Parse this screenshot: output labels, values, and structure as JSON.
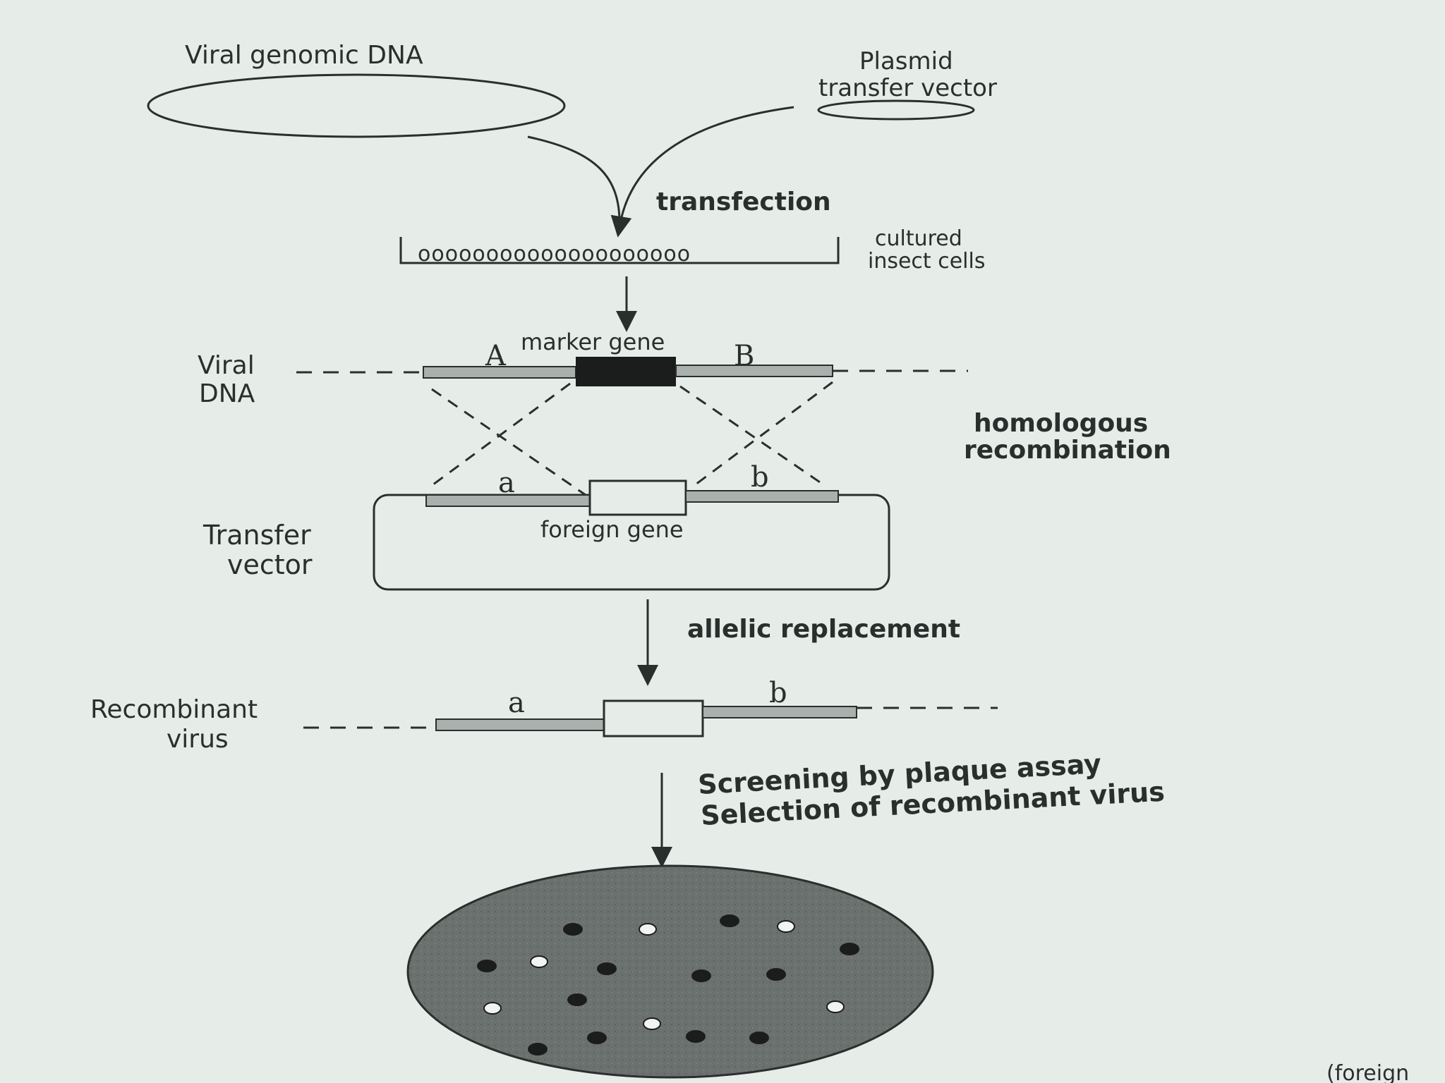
{
  "diagram": {
    "viral_genomic_dna": "Viral genomic DNA",
    "plasmid_line1": "Plasmid",
    "plasmid_line2": "transfer vector",
    "transfection": "transfection",
    "cultured_line1": "cultured",
    "cultured_line2": "insect cells",
    "cell_row": "oooooooooooooooooooo",
    "viral_dna_line1": "Viral",
    "viral_dna_line2": "DNA",
    "marker_gene": "marker gene",
    "region_A": "A",
    "region_B": "B",
    "homologous_line1": "homologous",
    "homologous_line2": "recombination",
    "region_a": "a",
    "region_b": "b",
    "foreign_gene": "foreign gene",
    "transfer_vector_line1": "Transfer",
    "transfer_vector_line2": "vector",
    "allelic_replacement": "allelic replacement",
    "recomb_a": "a",
    "recomb_b": "b",
    "recombinant_line1": "Recombinant",
    "recombinant_line2": "virus",
    "screening_line1": "Screening by plaque assay",
    "screening_line2": "Selection of recombinant virus",
    "footer_fragment": "(foreign"
  },
  "colors": {
    "background": "#e6ece8",
    "ink": "#2a2f2d",
    "gene_bar": "#a9b0ad",
    "marker_block": "#1b1d1c",
    "plate_fill": "#6b716e"
  }
}
